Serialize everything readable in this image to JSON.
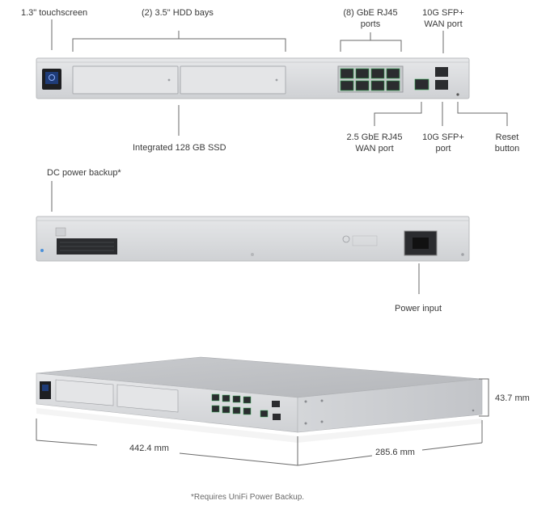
{
  "front_view": {
    "touchscreen_label": "1.3\" touchscreen",
    "hdd_bays_label": "(2) 3.5\" HDD bays",
    "rj45_ports_label_line1": "(8) GbE RJ45",
    "rj45_ports_label_line2": "ports",
    "wan_sfp_label_line1": "10G SFP+",
    "wan_sfp_label_line2": "WAN port",
    "ssd_label": "Integrated 128 GB SSD",
    "wan_rj45_label_line1": "2.5 GbE RJ45",
    "wan_rj45_label_line2": "WAN port",
    "sfp_port_label_line1": "10G SFP+",
    "sfp_port_label_line2": "port",
    "reset_label_line1": "Reset",
    "reset_label_line2": "button"
  },
  "rear_view": {
    "dc_power_label": "DC power backup*",
    "power_input_label": "Power input"
  },
  "dimensions": {
    "height": "43.7 mm",
    "width": "442.4 mm",
    "depth": "285.6 mm"
  },
  "footnote": "*Requires UniFi Power Backup.",
  "colors": {
    "chassis": "#d9dadc",
    "chassis_edge": "#b9bbbe",
    "leader_line": "#6a6a6a",
    "screen": "#1f3c78",
    "port_accent": "#33a852"
  }
}
